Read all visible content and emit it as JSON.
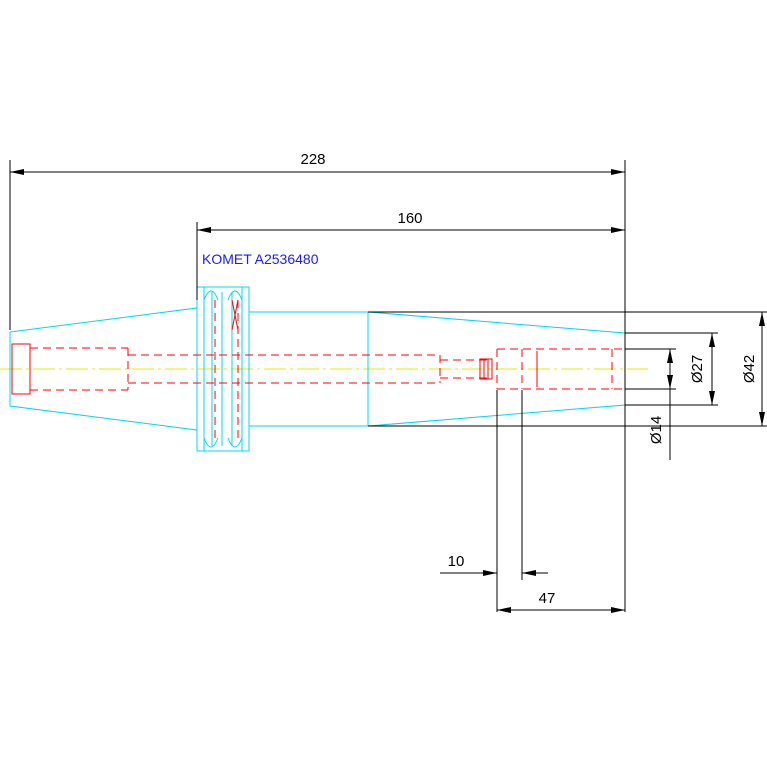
{
  "drawing": {
    "part_label": "KOMET A2536480",
    "colors": {
      "outline": "#00d8e8",
      "hidden": "#ff0000",
      "centerline": "#e8e800",
      "dimension": "#000000",
      "label": "#1a1aff"
    }
  },
  "dimensions": {
    "overall_length": "228",
    "shank_length": "160",
    "dia_outer": "Ø42",
    "dia_mid": "Ø27",
    "dia_bore": "Ø14",
    "bore_offset": "10",
    "bore_depth": "47"
  }
}
